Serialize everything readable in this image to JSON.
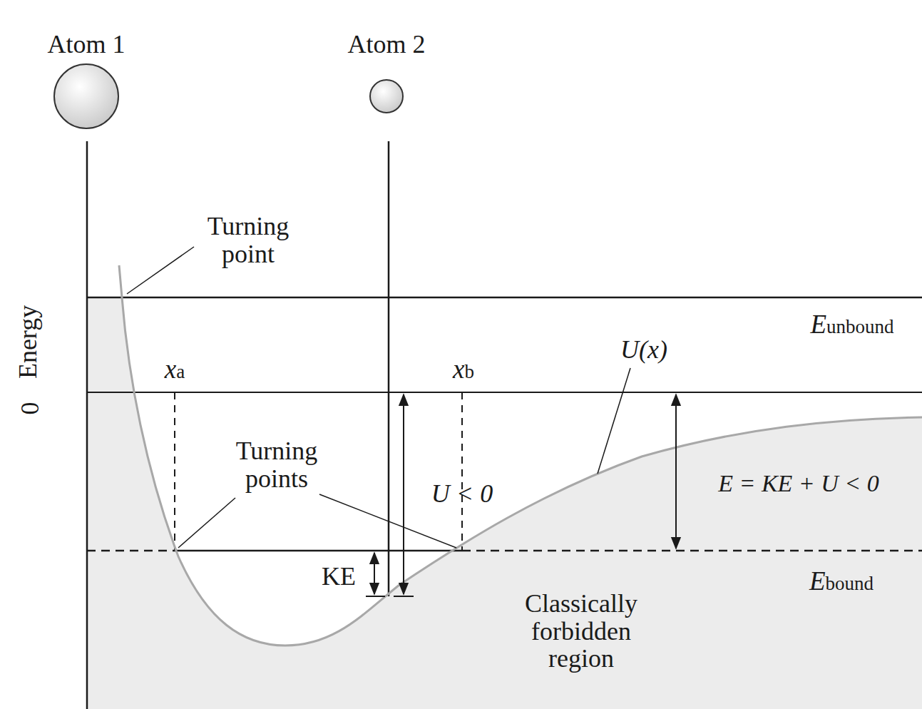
{
  "diagram": {
    "nodes": [
      {
        "text": [
          "Atom 1"
        ]
      },
      {
        "text": [
          "Atom 2"
        ]
      }
    ],
    "labels": [
      "Turning point",
      "Eunbound",
      "xa",
      "xb",
      "U(x)",
      "Turning points",
      "U < 0",
      "E = KE + U < 0",
      "KE",
      "Ebound",
      "Classically forbidden region",
      "Energy",
      "0"
    ]
  }
}
